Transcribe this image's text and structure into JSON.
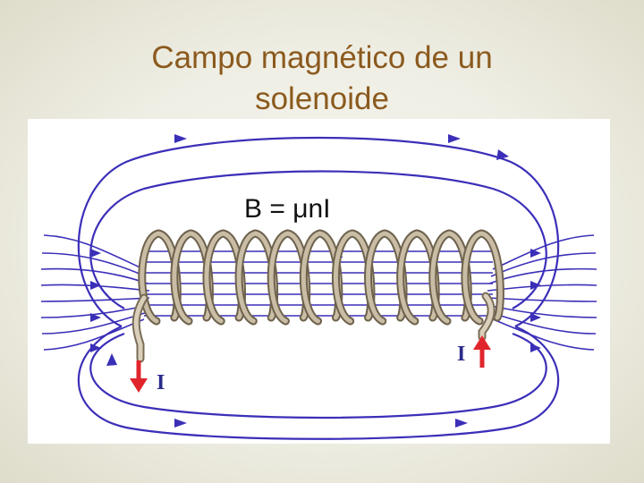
{
  "slide": {
    "title_line1": "Campo magnético de un",
    "title_line2": "solenoide"
  },
  "diagram": {
    "formula_label": "B = μnI",
    "current_label_left": "I",
    "current_label_right": "I",
    "field_line_color": "#3b2fb8",
    "current_arrow_color": "#e0262c",
    "coil_color": "#c9bda5",
    "coil_turns": 11
  }
}
